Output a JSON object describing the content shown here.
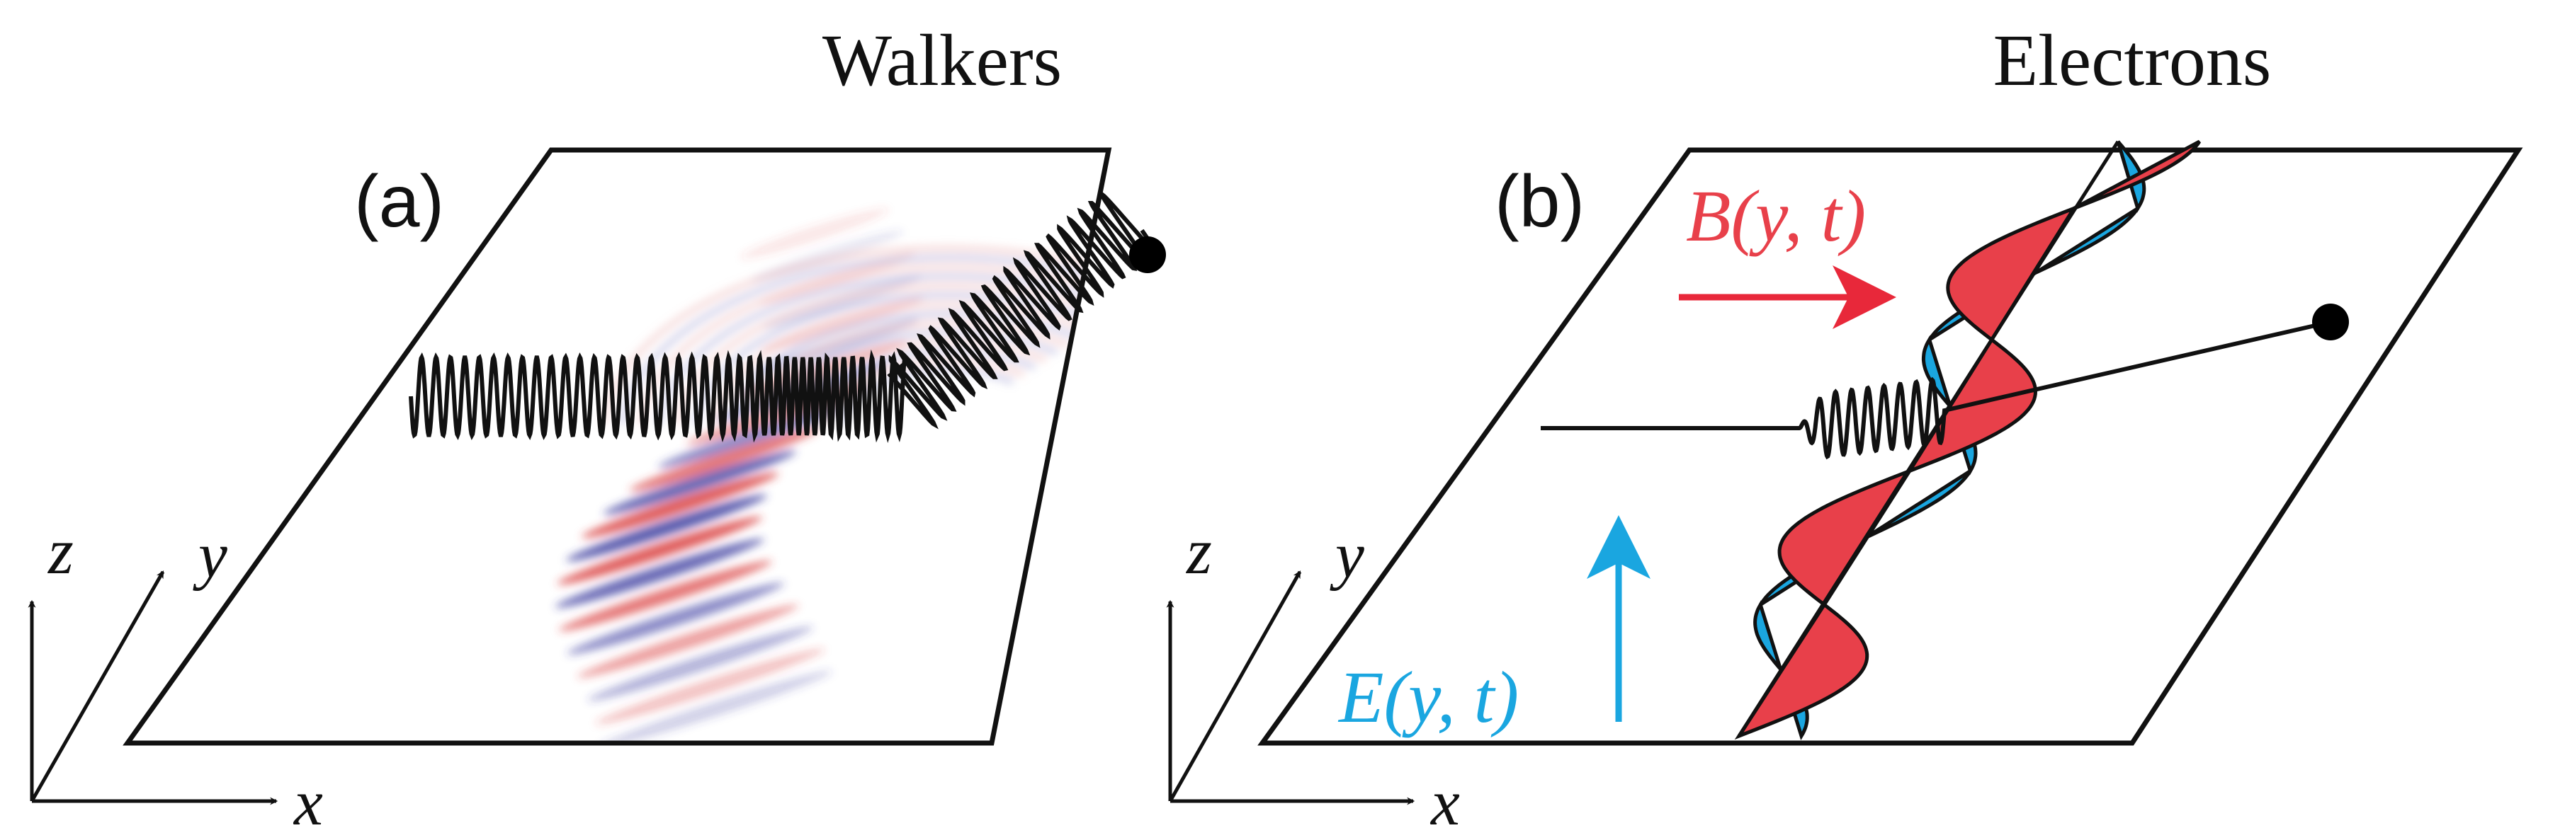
{
  "titles": {
    "left": "Walkers",
    "right": "Electrons"
  },
  "panels": {
    "a": {
      "label": "(a)"
    },
    "b": {
      "label": "(b)"
    }
  },
  "axes": {
    "x": "x",
    "y": "y",
    "z": "z"
  },
  "fields": {
    "magnetic": {
      "label": "B(y, t)",
      "color": "#e8404a"
    },
    "electric": {
      "label": "E(y, t)",
      "color": "#1aa6e0"
    }
  },
  "colors": {
    "wave_positive": "#d83a3a",
    "wave_negative": "#3a3a9e",
    "outline": "#111111",
    "particle": "#000000"
  }
}
